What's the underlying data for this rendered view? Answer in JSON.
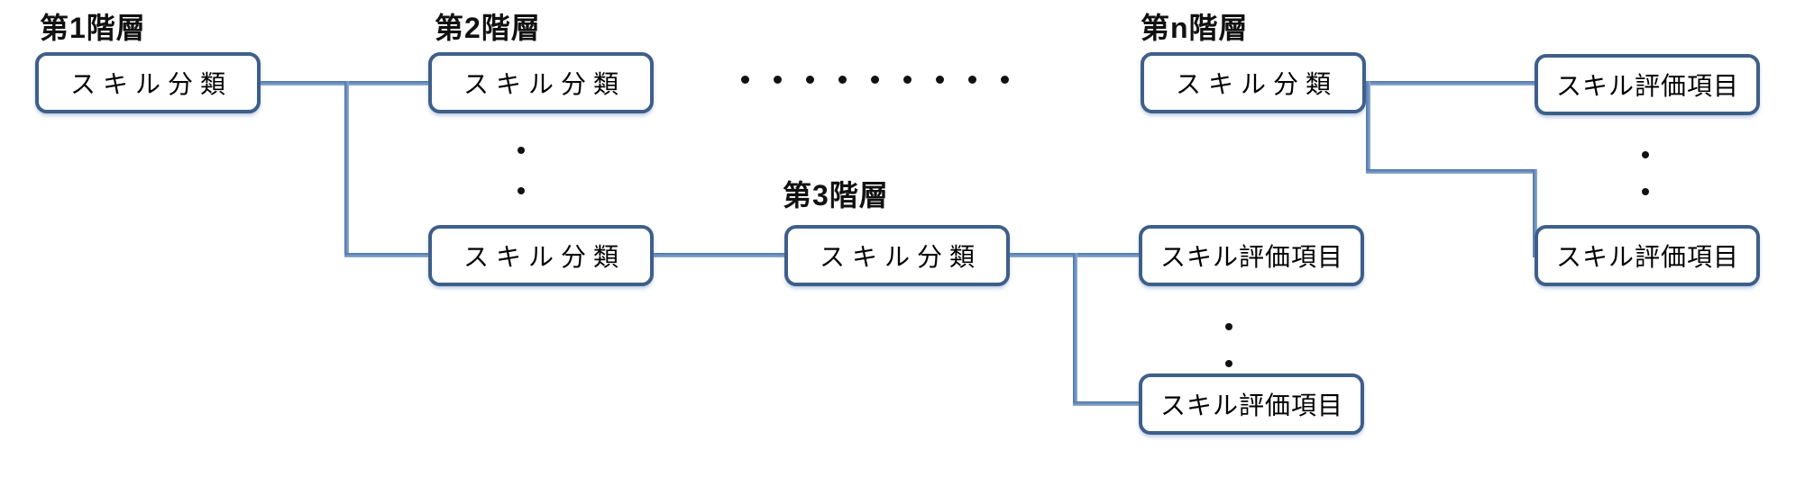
{
  "diagram": {
    "title": "skill-hierarchy-diagram",
    "level_labels": {
      "level1": "第1階層",
      "level2": "第2階層",
      "level3": "第3階層",
      "leveln": "第n階層"
    },
    "node_types": {
      "category": "スキル分類",
      "evaluation_item": "スキル評価項目"
    },
    "nodes": [
      {
        "id": "level1-category",
        "label": "スキル分類"
      },
      {
        "id": "level2-category-top",
        "label": "スキル分類"
      },
      {
        "id": "level2-category-bottom",
        "label": "スキル分類"
      },
      {
        "id": "level3-category",
        "label": "スキル分類"
      },
      {
        "id": "leveln-category",
        "label": "スキル分類"
      },
      {
        "id": "level3-eval-top",
        "label": "スキル評価項目"
      },
      {
        "id": "level3-eval-bottom",
        "label": "スキル評価項目"
      },
      {
        "id": "leveln-eval-top",
        "label": "スキル評価項目"
      },
      {
        "id": "leveln-eval-bottom",
        "label": "スキル評価項目"
      }
    ],
    "ellipsis": {
      "horizontal_between_level2_and_leveln": 9,
      "vertical_under_level2": 2,
      "vertical_between_level3_evals": 2,
      "vertical_between_leveln_evals": 2
    },
    "palette": {
      "box_border": "#3e5f8a",
      "connector_dark": "#4d76aa",
      "connector_light": "#93acce",
      "text": "#000000",
      "background": "#ffffff"
    }
  }
}
